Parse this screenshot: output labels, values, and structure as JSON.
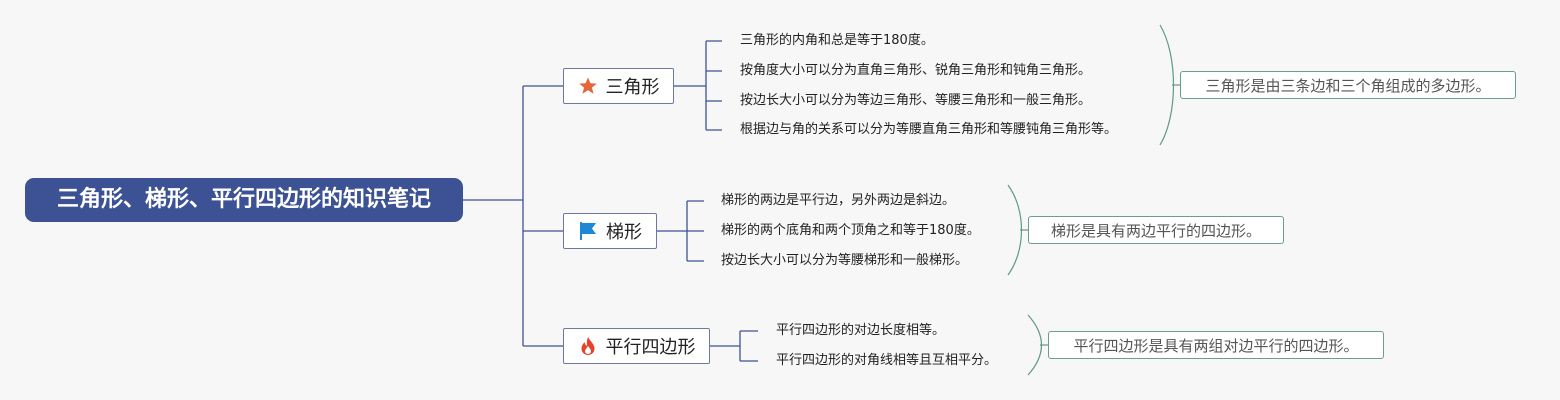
{
  "root": {
    "label": "三角形、梯形、平行四边形的知识笔记"
  },
  "topics": [
    {
      "label": "三角形",
      "icon": "star-icon",
      "icon_color": "#e4663a",
      "points": [
        "三角形的内角和总是等于180度。",
        "按角度大小可以分为直角三角形、锐角三角形和钝角三角形。",
        "按边长大小可以分为等边三角形、等腰三角形和一般三角形。",
        "根据边与角的关系可以分为等腰直角三角形和等腰钝角三角形等。"
      ],
      "summary": "三角形是由三条边和三个角组成的多边形。"
    },
    {
      "label": "梯形",
      "icon": "flag-icon",
      "icon_color": "#1e88d4",
      "points": [
        "梯形的两边是平行边，另外两边是斜边。",
        "梯形的两个底角和两个顶角之和等于180度。",
        "按边长大小可以分为等腰梯形和一般梯形。"
      ],
      "summary": "梯形是具有两边平行的四边形。"
    },
    {
      "label": "平行四边形",
      "icon": "fire-icon",
      "icon_color": "#e8402a",
      "points": [
        "平行四边形的对边长度相等。",
        "平行四边形的对角线相等且互相平分。"
      ],
      "summary": "平行四边形是具有两组对边平行的四边形。"
    }
  ],
  "colors": {
    "root_bg": "#3c5294",
    "connector": "#3c5294",
    "bracket": "#5f9a83",
    "summary_border": "#6a9e88"
  }
}
